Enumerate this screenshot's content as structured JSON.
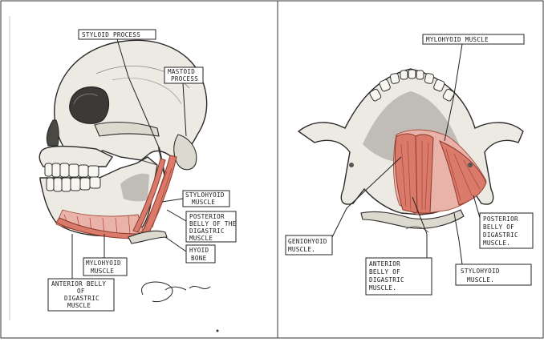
{
  "left_panel": {
    "labels": {
      "styloid_process": "STYLOID PROCESS",
      "mastoid_process_1": "MASTOID",
      "mastoid_process_2": "PROCESS",
      "stylohyoid_1": "STYLOHYOID",
      "stylohyoid_2": "MUSCLE",
      "posterior_belly_1": "POSTERIOR",
      "posterior_belly_2": "BELLY OF THE",
      "posterior_belly_3": "DIGASTRIC",
      "posterior_belly_4": "MUSCLE",
      "hyoid_1": "HYOID",
      "hyoid_2": "BONE",
      "mylohyoid_1": "MYLOHYOID",
      "mylohyoid_2": "MUSCLE",
      "anterior_belly_1": "ANTERIOR BELLY",
      "anterior_belly_2": "OF",
      "anterior_belly_3": "DIGASTRIC",
      "anterior_belly_4": "MUSCLE"
    }
  },
  "right_panel": {
    "labels": {
      "mylohyoid": "MYLOHYOID MUSCLE",
      "geniohyoid_1": "GENIOHYOID",
      "geniohyoid_2": "MUSCLE.",
      "anterior_belly_1": "ANTERIOR",
      "anterior_belly_2": "BELLY OF",
      "anterior_belly_3": "DIGASTRIC",
      "anterior_belly_4": "MUSCLE.",
      "stylohyoid_1": "STYLOHYOID",
      "stylohyoid_2": "MUSCLE.",
      "posterior_belly_1": "POSTERIOR",
      "posterior_belly_2": "BELLY OF",
      "posterior_belly_3": "DIGASTRIC",
      "posterior_belly_4": "MUSCLE."
    }
  },
  "colors": {
    "muscle": "#d97a6a",
    "bone": "#eceae2",
    "outline": "#2a2a2a"
  }
}
